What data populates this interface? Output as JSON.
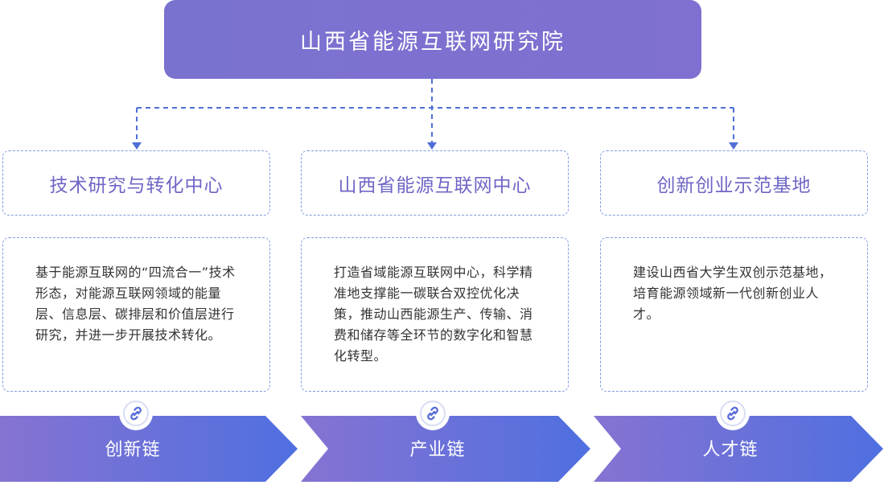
{
  "title": "山西省能源互联网研究院",
  "columns": [
    {
      "heading": "技术研究与转化中心",
      "description": "基于能源互联网的“四流合一”技术形态，对能源互联网领域的能量层、信息层、碳排层和价值层进行研究，并进一步开展技术转化。",
      "chain": "创新链"
    },
    {
      "heading": "山西省能源互联网中心",
      "description": "打造省域能源互联网中心，科学精准地支撑能一碳联合双控优化决策，推动山西能源生产、传输、消费和储存等全环节的数字化和智慧化转型。",
      "chain": "产业链"
    },
    {
      "heading": "创新创业示范基地",
      "description": "建设山西省大学生双创示范基地，培育能源领域新一代创新创业人才。",
      "chain": "人才链"
    }
  ],
  "colors": {
    "accent": "#7b72cf",
    "dashed": "#4f6fd6",
    "chain_start": "#8673d2",
    "chain_end": "#4f6fe0"
  },
  "icons": {
    "connector": "link-icon"
  }
}
